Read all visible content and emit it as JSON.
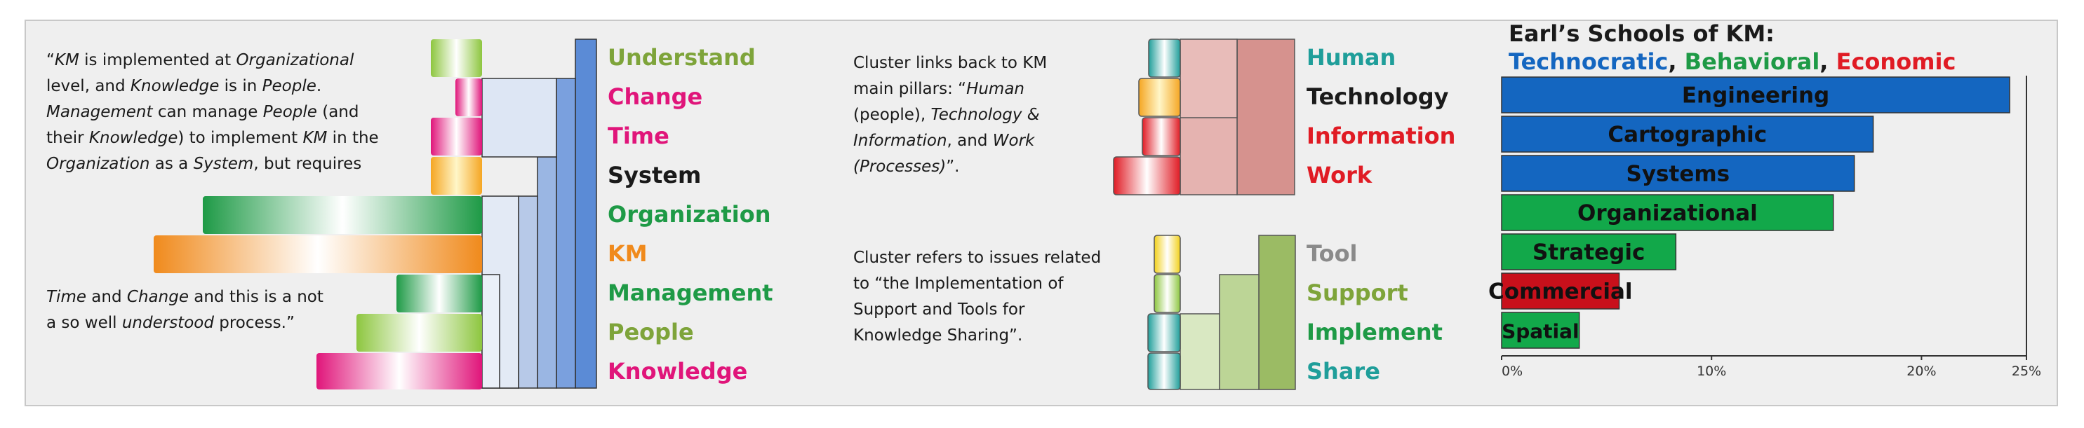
{
  "colors": {
    "green_dark": "#1e9a46",
    "green_olive": "#7ea43a",
    "pink": "#e0157a",
    "orange": "#f08a1c",
    "yellow": "#f2d01a",
    "teal": "#1f9e9a",
    "red": "#e01b24",
    "blue": "#1466c0",
    "dark": "#1a1a1a"
  },
  "left_panel": {
    "quote_lines": [
      "“KM is implemented at Organizational",
      "level, and Knowledge is in People.",
      "Management can manage People (and",
      "their Knowledge) to implement KM in the",
      "Organization as a System, but requires"
    ],
    "quote_tail": [
      "Time and Change and this is a not",
      "a so well understood process.”"
    ],
    "words": [
      {
        "text": "Understand",
        "color": "#7ea43a"
      },
      {
        "text": "Change",
        "color": "#e0157a"
      },
      {
        "text": "Time",
        "color": "#e0157a"
      },
      {
        "text": "System",
        "color": "#1a1a1a"
      },
      {
        "text": "Organization",
        "color": "#1e9a46"
      },
      {
        "text": "KM",
        "color": "#f08a1c"
      },
      {
        "text": "Management",
        "color": "#1e9a46"
      },
      {
        "text": "People",
        "color": "#7ea43a"
      },
      {
        "text": "Knowledge",
        "color": "#e0157a"
      }
    ]
  },
  "mid_panel": {
    "text_top": [
      "Cluster links back to KM",
      "main pillars: “Human",
      "(people), Technology &",
      "Information, and Work",
      "(Processes)”."
    ],
    "text_bottom": [
      "Cluster refers to issues related",
      "to “the Implementation of",
      "Support and Tools for",
      "Knowledge Sharing”."
    ],
    "words_top": [
      {
        "text": "Human",
        "color": "#1f9e9a"
      },
      {
        "text": "Technology",
        "color": "#1a1a1a"
      },
      {
        "text": "Information",
        "color": "#e01b24"
      },
      {
        "text": "Work",
        "color": "#e01b24"
      }
    ],
    "words_bottom": [
      {
        "text": "Tool",
        "color": "#8a8a8a"
      },
      {
        "text": "Support",
        "color": "#7ea43a"
      },
      {
        "text": "Implement",
        "color": "#1e9a46"
      },
      {
        "text": "Share",
        "color": "#1f9e9a"
      }
    ]
  },
  "chart_data": {
    "type": "bar",
    "orientation": "horizontal",
    "title": "Earl’s Schools of KM:",
    "subtitle_parts": [
      {
        "text": "Technocratic",
        "color": "#1466c0"
      },
      {
        "text": ", ",
        "color": "#1a1a1a"
      },
      {
        "text": "Behavioral",
        "color": "#1e9a46"
      },
      {
        "text": ", ",
        "color": "#1a1a1a"
      },
      {
        "text": "Economic",
        "color": "#e01b24"
      }
    ],
    "categories": [
      "Engineering",
      "Cartographic",
      "Systems",
      "Organizational",
      "Strategic",
      "Commercial",
      "Spatial"
    ],
    "values": [
      24.2,
      17.7,
      16.8,
      15.8,
      8.3,
      5.6,
      3.7
    ],
    "bar_colors": [
      "#1466c0",
      "#1466c0",
      "#1466c0",
      "#12a84a",
      "#12a84a",
      "#c8101b",
      "#12a84a"
    ],
    "xlim": [
      0,
      25
    ],
    "xticks": [
      "0%",
      "10%",
      "20%",
      "25%"
    ],
    "xtick_values": [
      0,
      10,
      20,
      25
    ],
    "grid": false
  }
}
